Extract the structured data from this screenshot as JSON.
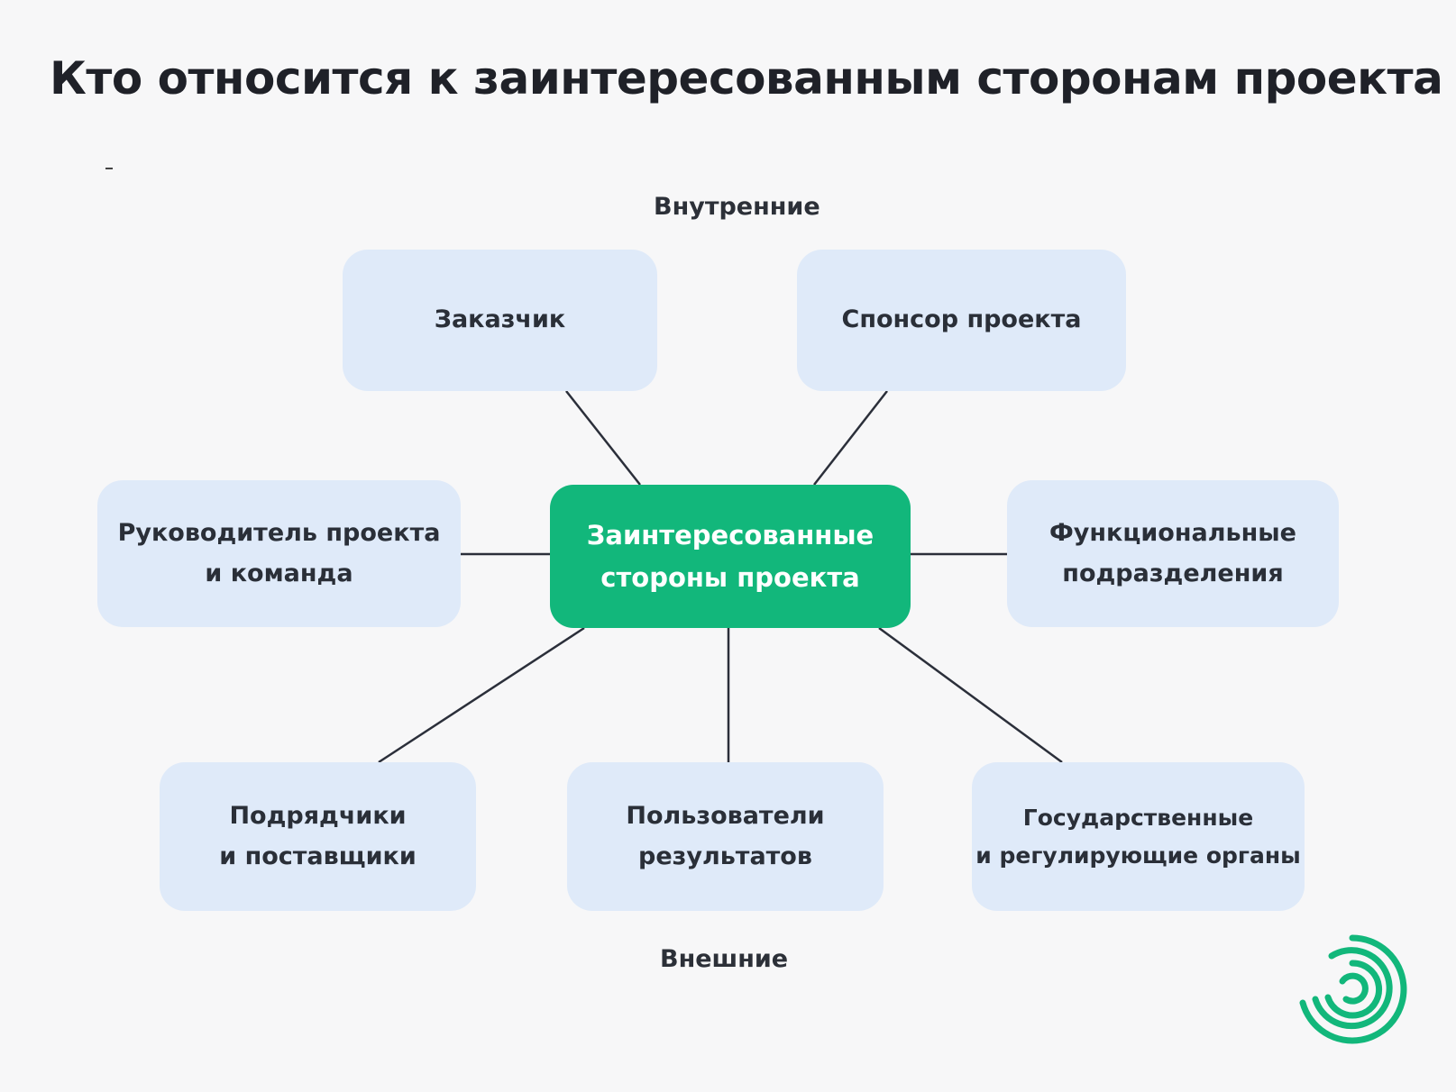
{
  "title": "Кто относится к заинтересованным сторонам проекта",
  "groups": {
    "internal": "Внутренние",
    "external": "Внешние"
  },
  "center": "Заинтересованные\nстороны проекта",
  "nodes": {
    "customer": "Заказчик",
    "sponsor": "Спонсор проекта",
    "manager": "Руководитель проекта\nи команда",
    "functional": "Функциональные\nподразделения",
    "contractors": "Подрядчики\nи поставщики",
    "users": "Пользователи\nрезультатов",
    "government": "Государственные\nи регулирующие органы"
  },
  "colors": {
    "center": "#12b77b",
    "node": "#dfeaf9",
    "connector": "#2b2f3a",
    "logo": "#12b77b"
  },
  "icons": {
    "logo": "concentric-arcs-logo-icon"
  }
}
